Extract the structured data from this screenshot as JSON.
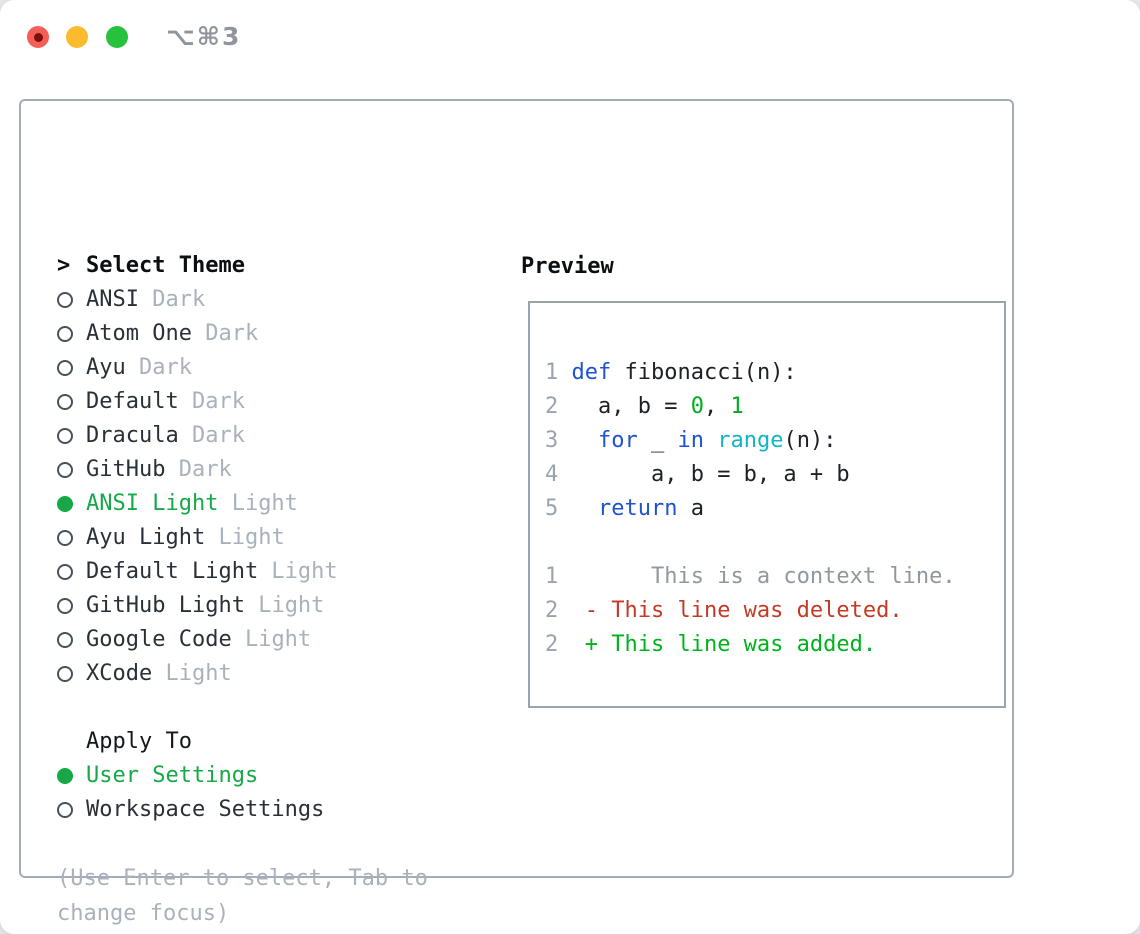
{
  "window": {
    "title": "⌥⌘3"
  },
  "colors": {
    "accent_green": "#17a848",
    "keyword_blue": "#1e52cf",
    "function_cyan": "#10b6c8",
    "number_green": "#00ad1f",
    "added_green": "#00b31e",
    "deleted_red": "#c43a25",
    "muted_gray": "#a9b2bc",
    "border_gray": "#a4acb5"
  },
  "theme_picker": {
    "header_prefix": ">",
    "header": "Select Theme",
    "themes": [
      {
        "name": "ANSI",
        "variant": "Dark",
        "selected": false
      },
      {
        "name": "Atom One",
        "variant": "Dark",
        "selected": false
      },
      {
        "name": "Ayu",
        "variant": "Dark",
        "selected": false
      },
      {
        "name": "Default",
        "variant": "Dark",
        "selected": false
      },
      {
        "name": "Dracula",
        "variant": "Dark",
        "selected": false
      },
      {
        "name": "GitHub",
        "variant": "Dark",
        "selected": false
      },
      {
        "name": "ANSI Light",
        "variant": "Light",
        "selected": true
      },
      {
        "name": "Ayu Light",
        "variant": "Light",
        "selected": false
      },
      {
        "name": "Default Light",
        "variant": "Light",
        "selected": false
      },
      {
        "name": "GitHub Light",
        "variant": "Light",
        "selected": false
      },
      {
        "name": "Google Code",
        "variant": "Light",
        "selected": false
      },
      {
        "name": "XCode",
        "variant": "Light",
        "selected": false
      }
    ],
    "apply_header": "Apply To",
    "apply_options": [
      {
        "label": "User Settings",
        "selected": true
      },
      {
        "label": "Workspace Settings",
        "selected": false
      }
    ],
    "help_text": "(Use Enter to select, Tab to change focus)"
  },
  "preview": {
    "header": "Preview",
    "code_lines": [
      {
        "n": "1",
        "seg": [
          [
            "kw",
            "def"
          ],
          [
            "fg",
            " fibonacci(n):"
          ]
        ]
      },
      {
        "n": "2",
        "seg": [
          [
            "fg",
            "  a, b = "
          ],
          [
            "num",
            "0"
          ],
          [
            "fg",
            ", "
          ],
          [
            "num",
            "1"
          ]
        ]
      },
      {
        "n": "3",
        "seg": [
          [
            "fg",
            "  "
          ],
          [
            "kw",
            "for"
          ],
          [
            "fg",
            " _ "
          ],
          [
            "kw",
            "in"
          ],
          [
            "fg",
            " "
          ],
          [
            "fn",
            "range"
          ],
          [
            "fg",
            "(n):"
          ]
        ]
      },
      {
        "n": "4",
        "seg": [
          [
            "fg",
            "      a, b = b, a + b"
          ]
        ]
      },
      {
        "n": "5",
        "seg": [
          [
            "fg",
            "  "
          ],
          [
            "kw",
            "return"
          ],
          [
            "fg",
            " a"
          ]
        ]
      }
    ],
    "diff_lines": [
      {
        "n": "1",
        "seg": [
          [
            "ctx",
            "      This is a context line."
          ]
        ]
      },
      {
        "n": "2",
        "seg": [
          [
            "del",
            " - This line was deleted."
          ]
        ]
      },
      {
        "n": "2",
        "seg": [
          [
            "add",
            " + This line was added."
          ]
        ]
      }
    ]
  }
}
